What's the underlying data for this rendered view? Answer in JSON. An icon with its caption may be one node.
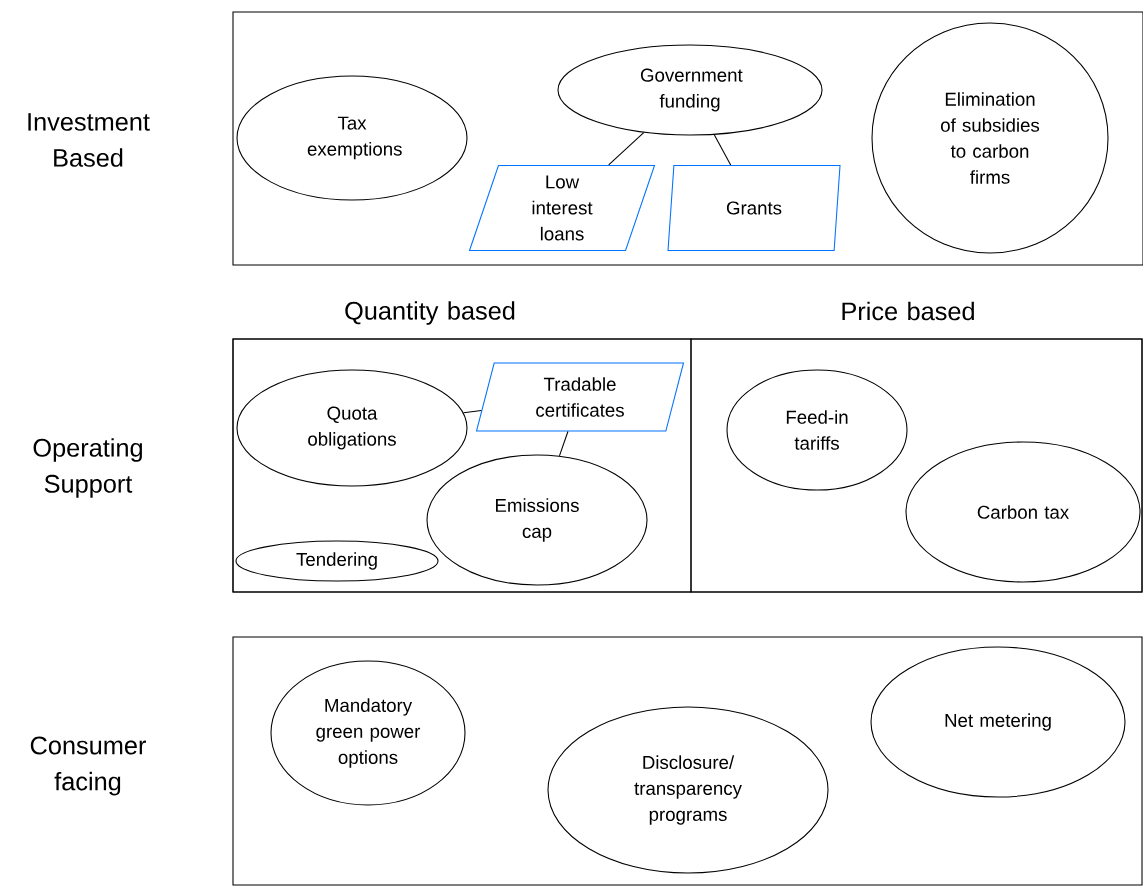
{
  "diagram": {
    "nodes": [
      {
        "text": [],
        "shape": "box"
      },
      {
        "text": [
          "Tax exemptions"
        ],
        "in": 0
      },
      {
        "text": [
          "Government funding"
        ],
        "in": 0
      },
      {
        "text": [
          "Low interest loans"
        ],
        "in": 0
      },
      {
        "text": [
          "Grants"
        ],
        "in": 0
      },
      {
        "text": [
          "Elimination of subsidies to carbon firms"
        ],
        "in": 0
      },
      {
        "text": [],
        "shape": "box"
      },
      {
        "text": [
          "Quantity based"
        ],
        "in": 6
      },
      {
        "text": [
          "Quota obligations"
        ],
        "in": 7
      },
      {
        "text": [
          "Tradable certificates"
        ],
        "in": 7
      },
      {
        "text": [
          "Emissions cap"
        ],
        "in": 7
      },
      {
        "text": [
          "Tendering"
        ],
        "in": 7
      },
      {
        "text": [
          "Price based"
        ],
        "in": 6
      },
      {
        "text": [
          "Feed-in tariffs"
        ],
        "in": 12
      },
      {
        "text": [
          "Carbon tax"
        ],
        "in": 12
      },
      {
        "text": [],
        "shape": "box"
      },
      {
        "text": [
          "Mandatory green power options"
        ],
        "in": 15
      },
      {
        "text": [
          "Disclosure/ transparency programs"
        ],
        "in": 15
      },
      {
        "text": [
          "Net metering"
        ],
        "in": 15
      }
    ],
    "edges": [
      {
        "from": 2,
        "to": 3,
        "arrow": "none"
      },
      {
        "from": 2,
        "to": 4,
        "arrow": "none"
      },
      {
        "from": 8,
        "to": 9,
        "arrow": "none"
      },
      {
        "from": 9,
        "to": 10,
        "arrow": "none"
      }
    ],
    "labels": [
      "Investment Based",
      "Operating Support",
      "Consumer facing"
    ]
  }
}
